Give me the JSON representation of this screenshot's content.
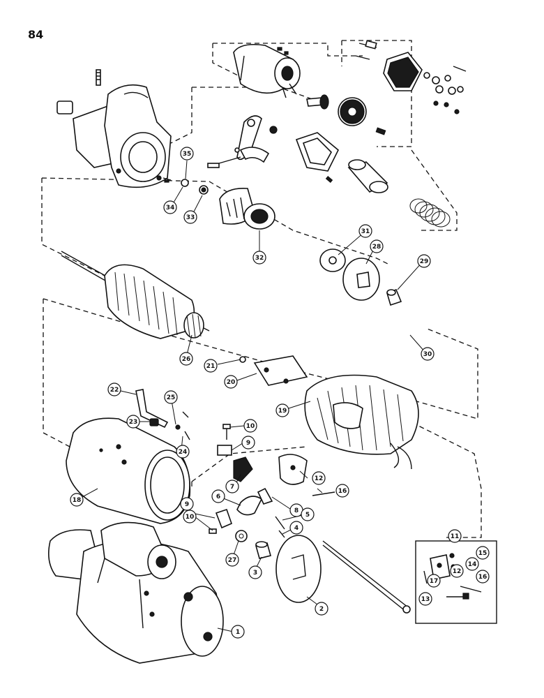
{
  "page_number": "84",
  "callouts": {
    "c1": "1",
    "c2": "2",
    "c3": "3",
    "c4": "4",
    "c5": "5",
    "c6": "6",
    "c7": "7",
    "c8": "8",
    "c9a": "9",
    "c9b": "9",
    "c10a": "10",
    "c10b": "10",
    "c11": "11",
    "c12a": "12",
    "c12b": "12",
    "c13": "13",
    "c14": "14",
    "c15": "15",
    "c16a": "16",
    "c16b": "16",
    "c17": "17",
    "c18": "18",
    "c19": "19",
    "c20": "20",
    "c21": "21",
    "c22": "22",
    "c23": "23",
    "c24": "24",
    "c25": "25",
    "c26": "26",
    "c27": "27",
    "c28": "28",
    "c29": "29",
    "c30": "30",
    "c31": "31",
    "c32": "32",
    "c33": "33",
    "c34": "34",
    "c35": "35"
  }
}
